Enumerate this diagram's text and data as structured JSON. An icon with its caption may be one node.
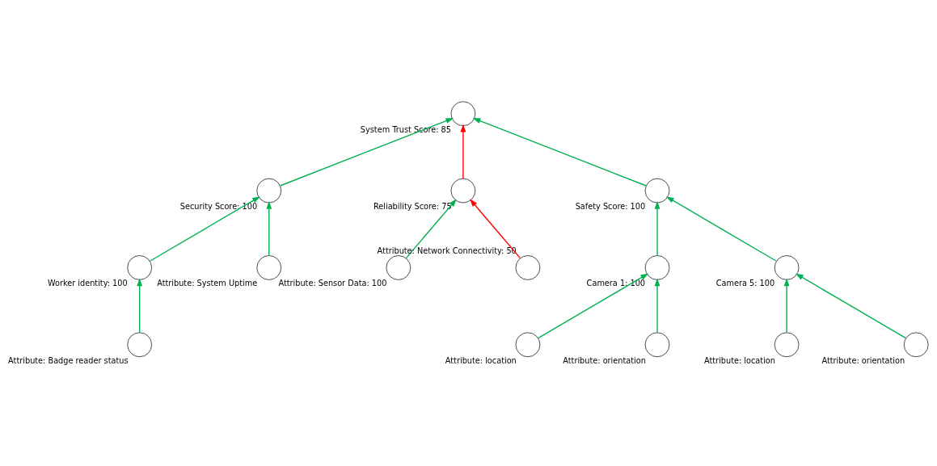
{
  "diagram": {
    "nodes": [
      {
        "text": [],
        "shape": "circle",
        "beside": [
          "System Trust Score: 85"
        ]
      },
      {
        "text": [],
        "shape": "circle",
        "beside": [
          "Security Score: 100"
        ]
      },
      {
        "text": [],
        "shape": "circle",
        "beside": [
          "Reliability Score: 75"
        ]
      },
      {
        "text": [],
        "shape": "circle",
        "beside": [
          "Safety Score: 100"
        ]
      },
      {
        "text": [],
        "shape": "circle",
        "beside": [
          "Worker identity: 100"
        ]
      },
      {
        "text": [],
        "shape": "circle",
        "beside": [
          "Attribute: System Uptime"
        ]
      },
      {
        "text": [],
        "shape": "circle",
        "beside": [
          "Attribute: Sensor Data: 100"
        ]
      },
      {
        "text": [],
        "shape": "circle",
        "beside": [
          "Attribute: Network Connectivity: 50"
        ]
      },
      {
        "text": [],
        "shape": "circle",
        "beside": [
          "Camera 1: 100"
        ]
      },
      {
        "text": [],
        "shape": "circle",
        "beside": [
          "Camera 5: 100"
        ]
      },
      {
        "text": [],
        "shape": "circle",
        "beside": [
          "Attribute: Badge reader status"
        ]
      },
      {
        "text": [],
        "shape": "circle",
        "beside": [
          "Attribute: location"
        ]
      },
      {
        "text": [],
        "shape": "circle",
        "beside": [
          "Attribute: orientation"
        ]
      },
      {
        "text": [],
        "shape": "circle",
        "beside": [
          "Attribute: location"
        ]
      },
      {
        "text": [],
        "shape": "circle",
        "beside": [
          "Attribute: orientation"
        ]
      }
    ],
    "edges": [
      {
        "from": 1,
        "to": 0,
        "arrow": "to"
      },
      {
        "from": 2,
        "to": 0,
        "arrow": "to",
        "color": "#ff0000"
      },
      {
        "from": 3,
        "to": 0,
        "arrow": "to"
      },
      {
        "from": 4,
        "to": 1,
        "arrow": "to"
      },
      {
        "from": 5,
        "to": 1,
        "arrow": "to"
      },
      {
        "from": 6,
        "to": 2,
        "arrow": "to"
      },
      {
        "from": 7,
        "to": 2,
        "arrow": "to",
        "color": "#ff0000"
      },
      {
        "from": 8,
        "to": 3,
        "arrow": "to"
      },
      {
        "from": 9,
        "to": 3,
        "arrow": "to"
      },
      {
        "from": 10,
        "to": 4,
        "arrow": "to"
      },
      {
        "from": 11,
        "to": 8,
        "arrow": "to"
      },
      {
        "from": 12,
        "to": 8,
        "arrow": "to"
      },
      {
        "from": 13,
        "to": 9,
        "arrow": "to"
      },
      {
        "from": 14,
        "to": 9,
        "arrow": "to"
      }
    ]
  }
}
